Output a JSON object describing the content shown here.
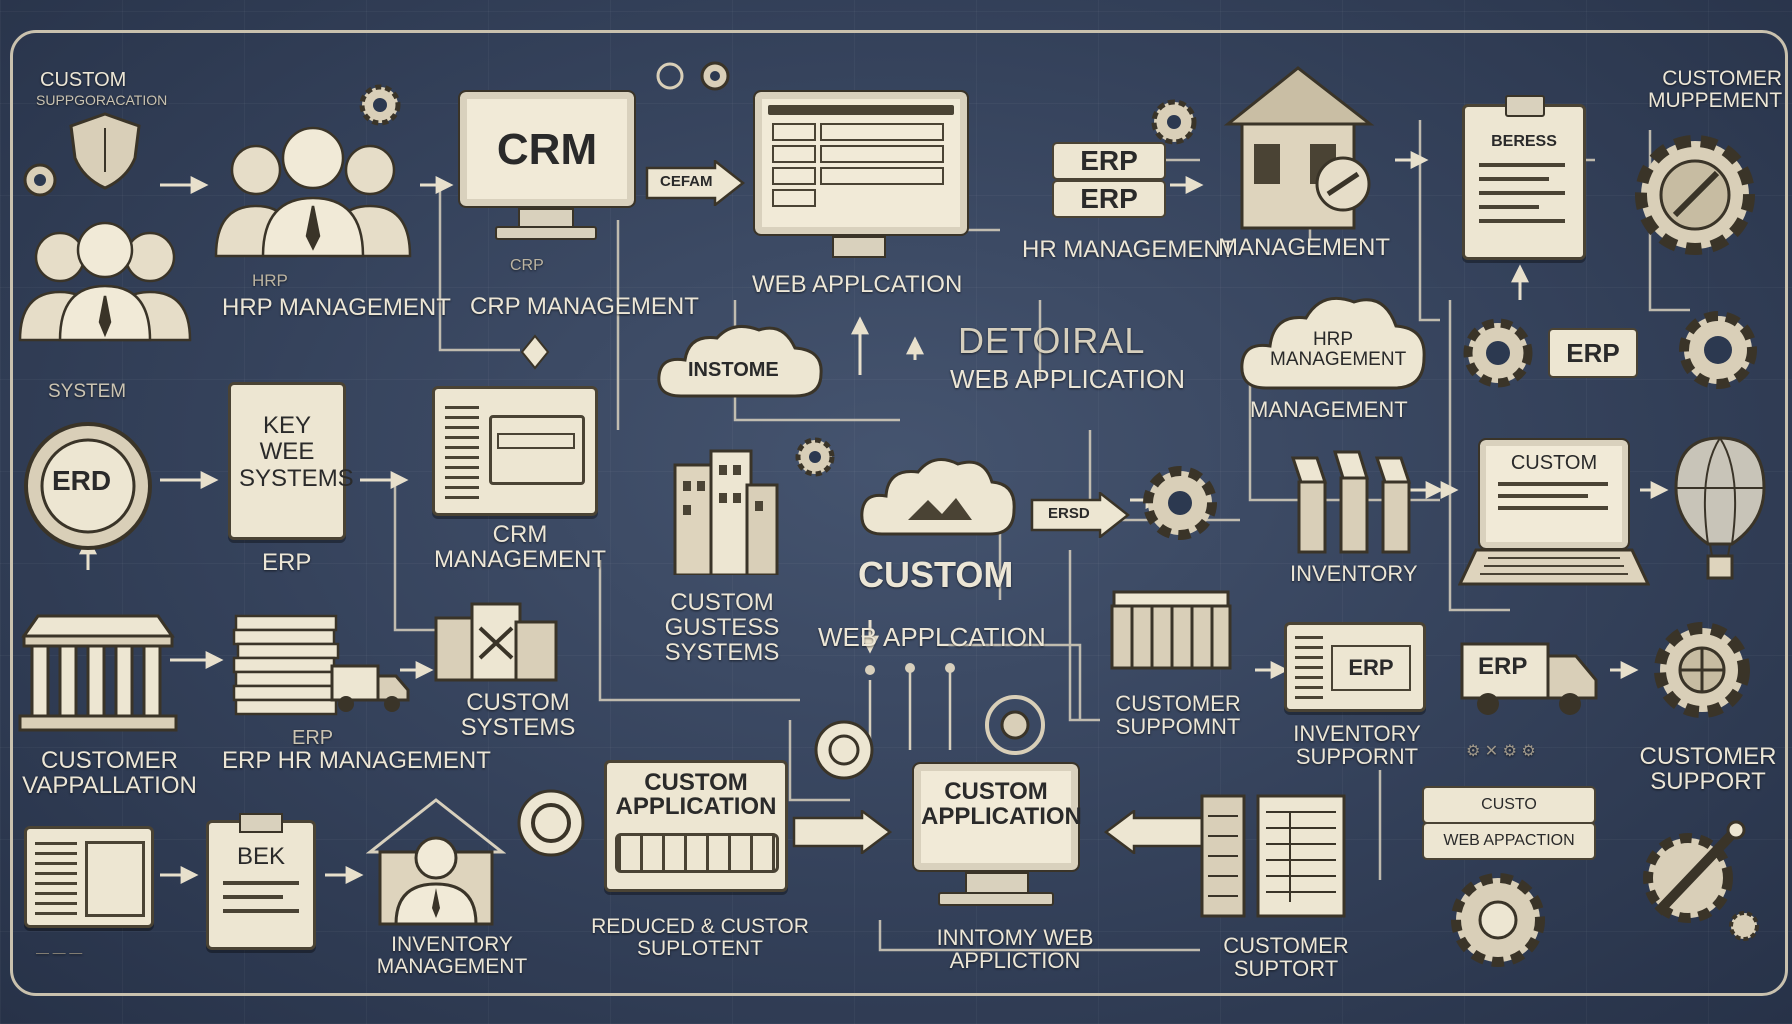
{
  "labels": {
    "tl_custom": "CUSTOM",
    "tl_sub": "SUPPGORACATION",
    "hr_management_1": "HRP MANAGEMENT",
    "crm_screen": "CRM",
    "crm_management_1": "CRP MANAGEMENT",
    "cefam": "CEFAM",
    "web_app_1": "WEB APPLCATION",
    "erp_erp_top": "ERP",
    "erp_erp_bottom": "ERP",
    "hr_management_2": "HR MANAGEMENT",
    "management_house": "MANAGEMENT",
    "business_doc": "BERESS",
    "customer_mupp": "CUSTOMER MUPPEMENT",
    "system_label": "SYSTEM",
    "instome": "INSTOME",
    "detoiral": "DETOIRAL",
    "detoiral_sub": "WEB APPLICATION",
    "hrp_cloud": "HRP MANAGEMENT",
    "management_3": "MANAGEMENT",
    "erp_small_box": "ERP",
    "erd_circle": "ERD",
    "key_doc": "KEY WEE SYSTEMS",
    "erp_label": "ERP",
    "crm_management_2": "CRM MANAGEMENT",
    "center_custom": "CUSTOM",
    "center_web_app": "WEB APPLCATION",
    "custom_gustess": "CUSTOM GUSTESS SYSTEMS",
    "ersd": "ERSD",
    "inventory_1": "INVENTORY",
    "laptop_custom": "CUSTOM",
    "customer_vappallation": "CUSTOMER VAPPALLATION",
    "erp_hr_management": "ERP HR MANAGEMENT",
    "custom_systems": "CUSTOM SYSTEMS",
    "customer_suppomnt": "CUSTOMER SUPPOMNT",
    "inventory_support": "INVENTORY SUPPORNT",
    "erp_box_mid": "ERP",
    "erp_truck": "ERP",
    "customer_support_right": "CUSTOMER SUPPORT",
    "bek_doc": "BEK",
    "inventory_management": "INVENTORY MANAGEMENT",
    "custom_application_1": "CUSTOM APPLICATION",
    "reduced": "REDUCED & CUSTOR SUPLOTENT",
    "custom_application_2": "CUSTOM APPLICATION",
    "inntomy": "INNTOMY WEB APPLICTION",
    "customer_suptort": "CUSTOMER SUPTORT",
    "custo_btn": "CUSTO",
    "web_appaction": "WEB APPACTION"
  },
  "colors": {
    "background": "#2c3950",
    "line": "#d8d0bd",
    "paper": "#ede6d2",
    "ink": "#2a2a2a",
    "text": "#ece6d6"
  },
  "icons": [
    "people-icon",
    "gear-icon",
    "monitor-icon",
    "cloud-icon",
    "house-icon",
    "document-icon",
    "building-icon",
    "truck-icon",
    "laptop-icon",
    "balloon-icon",
    "shield-icon",
    "clipboard-icon",
    "server-icon",
    "stack-icon"
  ]
}
